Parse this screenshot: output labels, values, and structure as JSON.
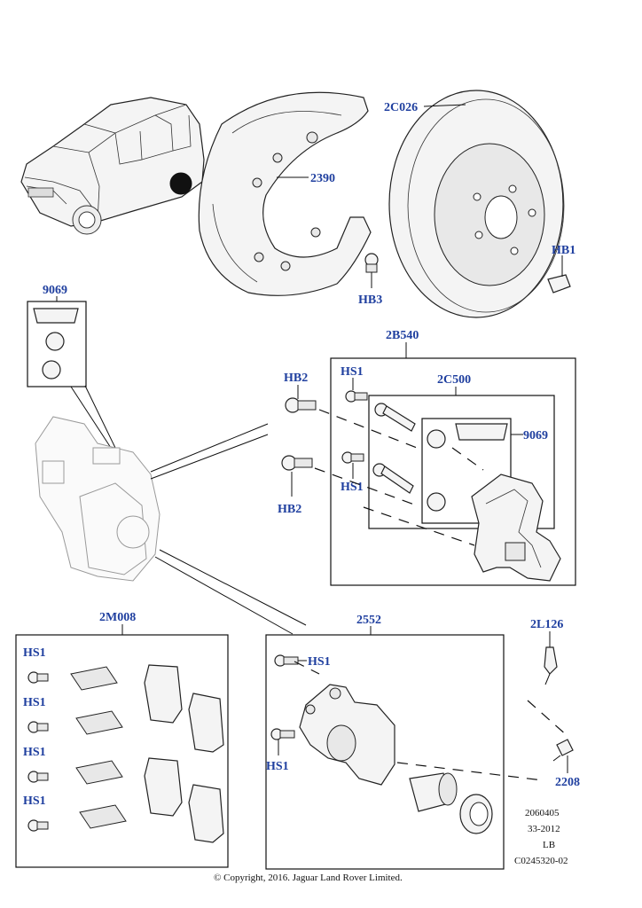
{
  "labels": {
    "shield": "2390",
    "disc": "2C026",
    "disc_bolt": "HB1",
    "shield_bolt": "HB3",
    "kit_small": "9069",
    "carrier_kit": "2B540",
    "bolt_top": "HB2",
    "bolt_bottom": "HB2",
    "hs1_top": "HS1",
    "hs1_mid": "HS1",
    "pin_kit": "2C500",
    "kit_inner": "9069",
    "pad_kit": "2M008",
    "pad_hs1_1": "HS1",
    "pad_hs1_2": "HS1",
    "pad_hs1_3": "HS1",
    "pad_hs1_4": "HS1",
    "caliper": "2552",
    "caliper_hs1_top": "HS1",
    "caliper_hs1_bottom": "HS1",
    "sensor": "2L126",
    "bleed": "2208"
  },
  "meta": {
    "line1": "2060405",
    "line2": "33-2012",
    "line3": "LB",
    "line4": "C0245320-02"
  },
  "copyright": "© Copyright, 2016. Jaguar Land Rover Limited.",
  "colors": {
    "label": "#1f3f9f",
    "line": "#111111"
  }
}
